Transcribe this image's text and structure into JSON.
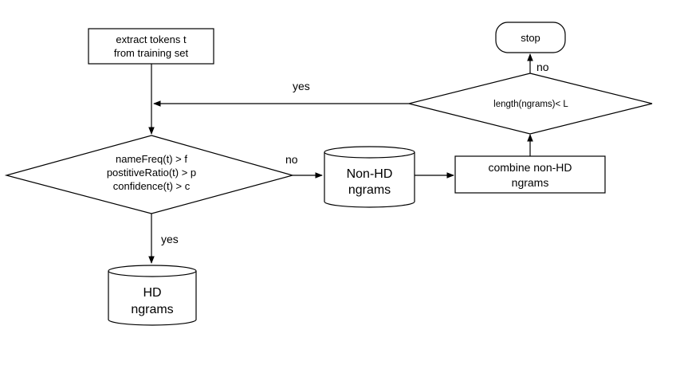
{
  "nodes": {
    "extract": {
      "line1": "extract tokens t",
      "line2": "from training set"
    },
    "stop": {
      "label": "stop"
    },
    "length_check": {
      "label": "length(ngrams)< L"
    },
    "freq_check": {
      "line1": "nameFreq(t) > f",
      "line2": "postitiveRatio(t) > p",
      "line3": "confidence(t) > c"
    },
    "non_hd": {
      "line1": "Non-HD",
      "line2": "ngrams"
    },
    "combine": {
      "line1": "combine non-HD",
      "line2": "ngrams"
    },
    "hd": {
      "line1": "HD",
      "line2": "ngrams"
    }
  },
  "edges": {
    "length_to_stop": "no",
    "length_to_loop": "yes",
    "freq_to_nonhd": "no",
    "freq_to_hd": "yes"
  }
}
